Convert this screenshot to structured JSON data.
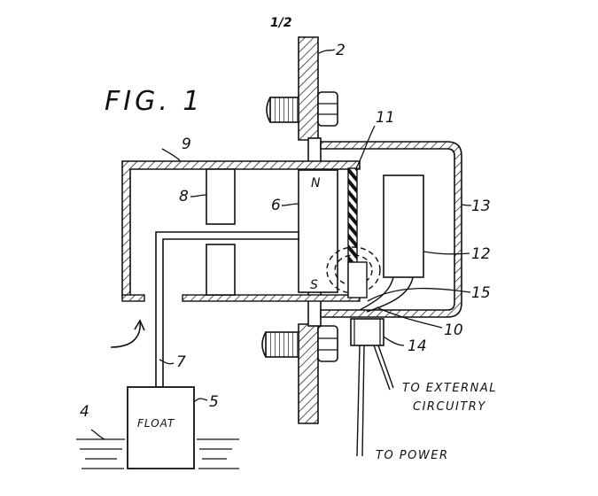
{
  "page_mark": "1/2",
  "figure_title": "FIG. 1",
  "reference_numerals": {
    "wall": "2",
    "liquid": "4",
    "float": "5",
    "magnet": "6",
    "stem": "7",
    "counterweight": "8",
    "housing": "9",
    "seal": "10",
    "partition": "11",
    "switch": "12",
    "cover": "13",
    "connector": "14",
    "leads": "15"
  },
  "magnet_poles": {
    "north": "N",
    "south": "S"
  },
  "float_label": "FLOAT",
  "captions": {
    "external_line1": "TO EXTERNAL",
    "external_line2": "CIRCUITRY",
    "power": "TO POWER"
  }
}
